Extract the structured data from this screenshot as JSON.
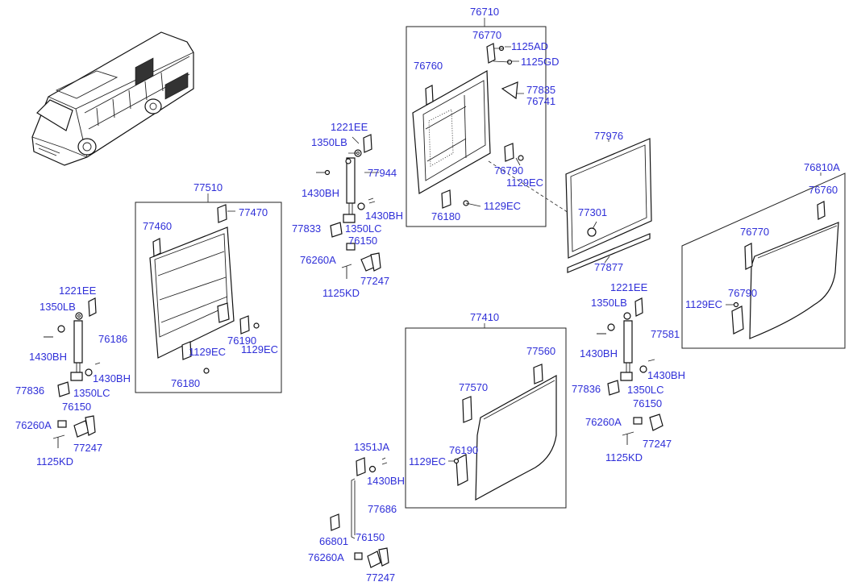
{
  "labels": {
    "l76710": "76710",
    "l76770a": "76770",
    "l1125ad": "1125AD",
    "l1125gd": "1125GD",
    "l76760a": "76760",
    "l77835": "77835",
    "l76741": "76741",
    "l76790a": "76790",
    "l1129ec_a": "1129EC",
    "l76180a": "76180",
    "l1129ec_b": "1129EC",
    "l77976": "77976",
    "l77301": "77301",
    "l77877": "77877",
    "l76810a": "76810A",
    "l76760b": "76760",
    "l76770b": "76770",
    "l76790b": "76790",
    "l1129ec_c": "1129EC",
    "l1221ee_a": "1221EE",
    "l1350lb_a": "1350LB",
    "l77944": "77944",
    "l1430bh_a": "1430BH",
    "l1430bh_b": "1430BH",
    "l77833": "77833",
    "l1350lc_a": "1350LC",
    "l76150a": "76150",
    "l76260a_a": "76260A",
    "l77247a": "77247",
    "l1125kd_a": "1125KD",
    "l77510": "77510",
    "l77460": "77460",
    "l77470": "77470",
    "l76190a": "76190",
    "l1129ec_d": "1129EC",
    "l1129ec_e": "1129EC",
    "l76180b": "76180",
    "l1221ee_b": "1221EE",
    "l1350lb_b": "1350LB",
    "l76186": "76186",
    "l1430bh_c": "1430BH",
    "l1430bh_d": "1430BH",
    "l77836a": "77836",
    "l1350lc_b": "1350LC",
    "l76150b": "76150",
    "l76260a_b": "76260A",
    "l77247b": "77247",
    "l1125kd_b": "1125KD",
    "l77410": "77410",
    "l77560": "77560",
    "l77570": "77570",
    "l76190b": "76190",
    "l1129ec_f": "1129EC",
    "l1221ee_c": "1221EE",
    "l1350lb_c": "1350LB",
    "l77581": "77581",
    "l1430bh_e": "1430BH",
    "l1430bh_f": "1430BH",
    "l77836b": "77836",
    "l1350lc_c": "1350LC",
    "l76150c": "76150",
    "l76260a_c": "76260A",
    "l77247c": "77247",
    "l1125kd_c": "1125KD",
    "l1351ja": "1351JA",
    "l1430bh_g": "1430BH",
    "l77686": "77686",
    "l66801": "66801",
    "l76150d": "76150",
    "l76260a_d": "76260A",
    "l77247d": "77247"
  }
}
